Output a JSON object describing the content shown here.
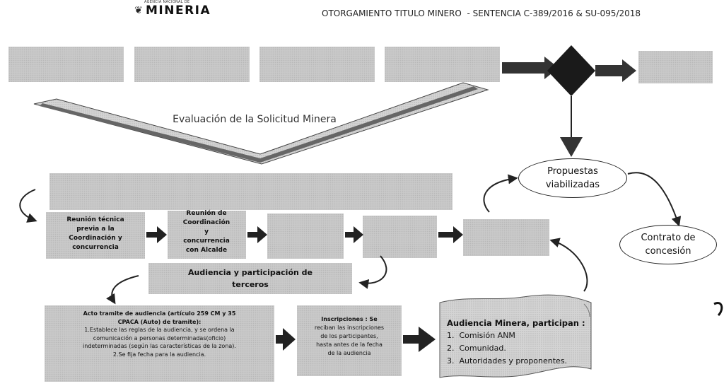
{
  "header": {
    "logo_kicker": "AGENCIA NACIONAL DE",
    "logo_text": "MINERIA",
    "title": "OTORGAMIENTO TITULO MINERO  - SENTENCIA C-389/2016 & SU-095/2018"
  },
  "evaluation_label": "Evaluación de la Solicitud Minera",
  "steps": {
    "reunion_tecnica": [
      "Reunión técnica",
      "previa a la",
      "Coordinación y",
      "concurrencia"
    ],
    "reunion_coordinacion": [
      "Reunión de",
      "Coordinación",
      "y",
      "concurrencia",
      "con Alcalde"
    ],
    "audiencia_terceros": [
      "Audiencia y participación de",
      "terceros"
    ]
  },
  "ovals": {
    "propuestas": [
      "Propuestas",
      "viabilizadas"
    ],
    "contrato": [
      "Contrato de",
      "concesión"
    ]
  },
  "acto_tramite": {
    "heading": [
      "Acto tramite de audiencia (artículo 259 CM y 35",
      "CPACA (Auto) de tramite):"
    ],
    "lines": [
      "1.Establece las reglas de la audiencia, y se ordena la",
      "comunicación a personas determinadas(oficio)",
      "indeterminadas (según las características de la zona).",
      "2.Se fija fecha para la audiencia."
    ]
  },
  "inscripciones": {
    "lines": [
      "Inscripciones : Se",
      "reciban las inscripciones",
      "de los participantes,",
      "hasta antes de la fecha",
      "de la audiencia"
    ]
  },
  "audiencia_minera": {
    "title": "Audiencia Minera, participan :",
    "items": [
      "Comisión ANM",
      "Comunidad.",
      "Autoridades y proponentes."
    ]
  }
}
